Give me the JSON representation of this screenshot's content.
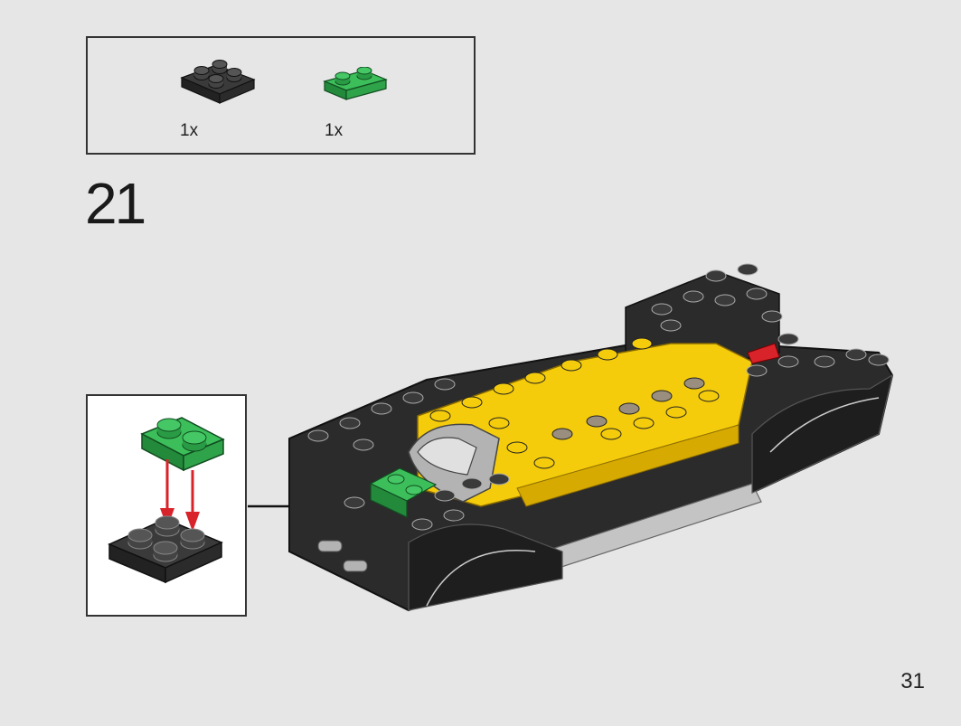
{
  "parts_list": {
    "items": [
      {
        "name": "black-plate-2x2",
        "color": "#2b2b2b",
        "quantity": "1x"
      },
      {
        "name": "green-plate-1x2",
        "color": "#2fa34a",
        "quantity": "1x"
      }
    ]
  },
  "step": {
    "number": "21"
  },
  "page": {
    "number": "31"
  },
  "colors": {
    "background": "#e6e6e6",
    "black_brick": "#2b2b2b",
    "green_brick": "#2fa34a",
    "yellow_brick": "#f5cc0c",
    "red_arrow": "#d8232a",
    "tan_stud": "#9a8f7e",
    "grey_part": "#b3b3b3"
  },
  "icons": {
    "callout_arrow": "arrow-right-icon",
    "insert_arrow": "arrow-down-icon"
  }
}
